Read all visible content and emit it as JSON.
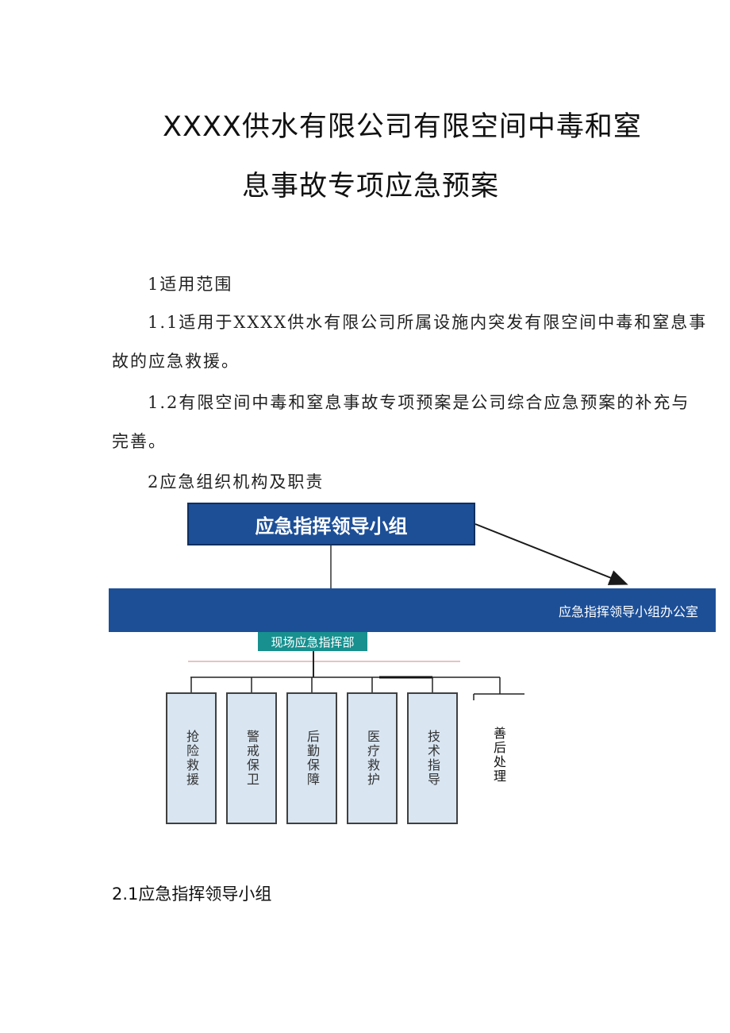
{
  "document": {
    "title_line1": "XXXX供水有限公司有限空间中毒和窒",
    "title_line2": "息事故专项应急预案",
    "section1": "1适用范围",
    "p1_1_line1": "1.1适用于XXXX供水有限公司所属设施内突发有限空间中毒和窒息事",
    "p1_1_line2": "故的应急救援。",
    "p1_2_line1": "1.2有限空间中毒和窒息事故专项预案是公司综合应急预案的补充与",
    "p1_2_line2": "完善。",
    "section2": "2应急组织机构及职责",
    "section2_1": "2.1应急指挥领导小组"
  },
  "org_chart": {
    "leader_group": "应急指挥领导小组",
    "office": "应急指挥领导小组办公室",
    "site_command": "现场应急指挥部",
    "units": [
      "抢险救援",
      "警戒保卫",
      "后勤保障",
      "医疗救护",
      "技术指导",
      "善后处理"
    ],
    "colors": {
      "primary_blue": "#1d4f97",
      "teal": "#17908f",
      "unit_fill": "#d9e6f2",
      "line_red": "#c98a8a"
    }
  }
}
